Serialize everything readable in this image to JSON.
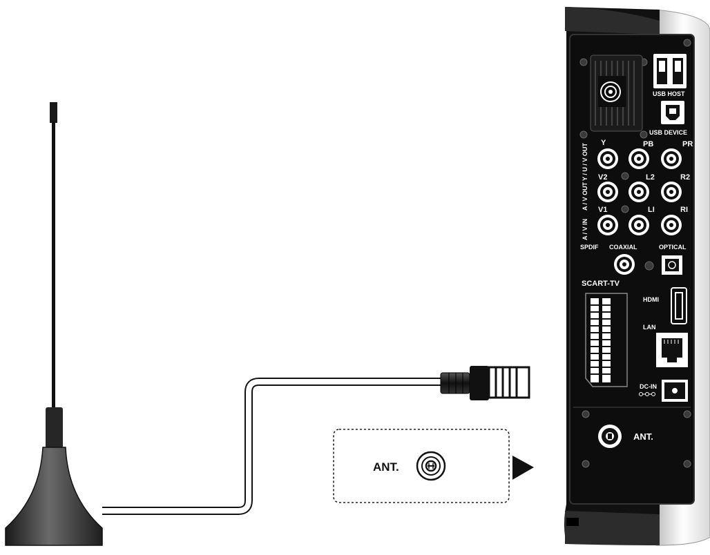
{
  "panel_labels": {
    "usb_host": "USB HOST",
    "usb_device": "USB DEVICE",
    "y": "Y",
    "pb": "PB",
    "pr": "PR",
    "ypbpr_out": "Y / U / V OUT",
    "v2": "V2",
    "l2": "L2",
    "r2": "R2",
    "av_out": "A / V OUT",
    "v1": "V1",
    "l1": "LI",
    "r1": "RI",
    "av_in": "A / V IN",
    "spdif": "SPDIF",
    "coaxial": "COAXIAL",
    "optical": "OPTICAL",
    "scart_tv": "SCART-TV",
    "hdmi": "HDMI",
    "lan": "LAN",
    "dc_in": "DC-IN",
    "ant_panel": "ANT."
  },
  "callout": {
    "ant_label": "ANT."
  },
  "icons": [
    "antenna",
    "coaxial-cable",
    "rf-plug",
    "ant-socket-icon",
    "arrow-right-icon",
    "scart-connector",
    "rj45-port",
    "hdmi-port",
    "usb-port",
    "rca-jack",
    "optical-port",
    "fan-grille"
  ],
  "colors": {
    "device_body": "#0d0d0d",
    "device_frame": "#2a2a2a",
    "side_panel": "#e9e9e9",
    "antenna_base": "#3a3a3a",
    "text_on_panel": "#ffffff",
    "callout_text": "#111111"
  }
}
